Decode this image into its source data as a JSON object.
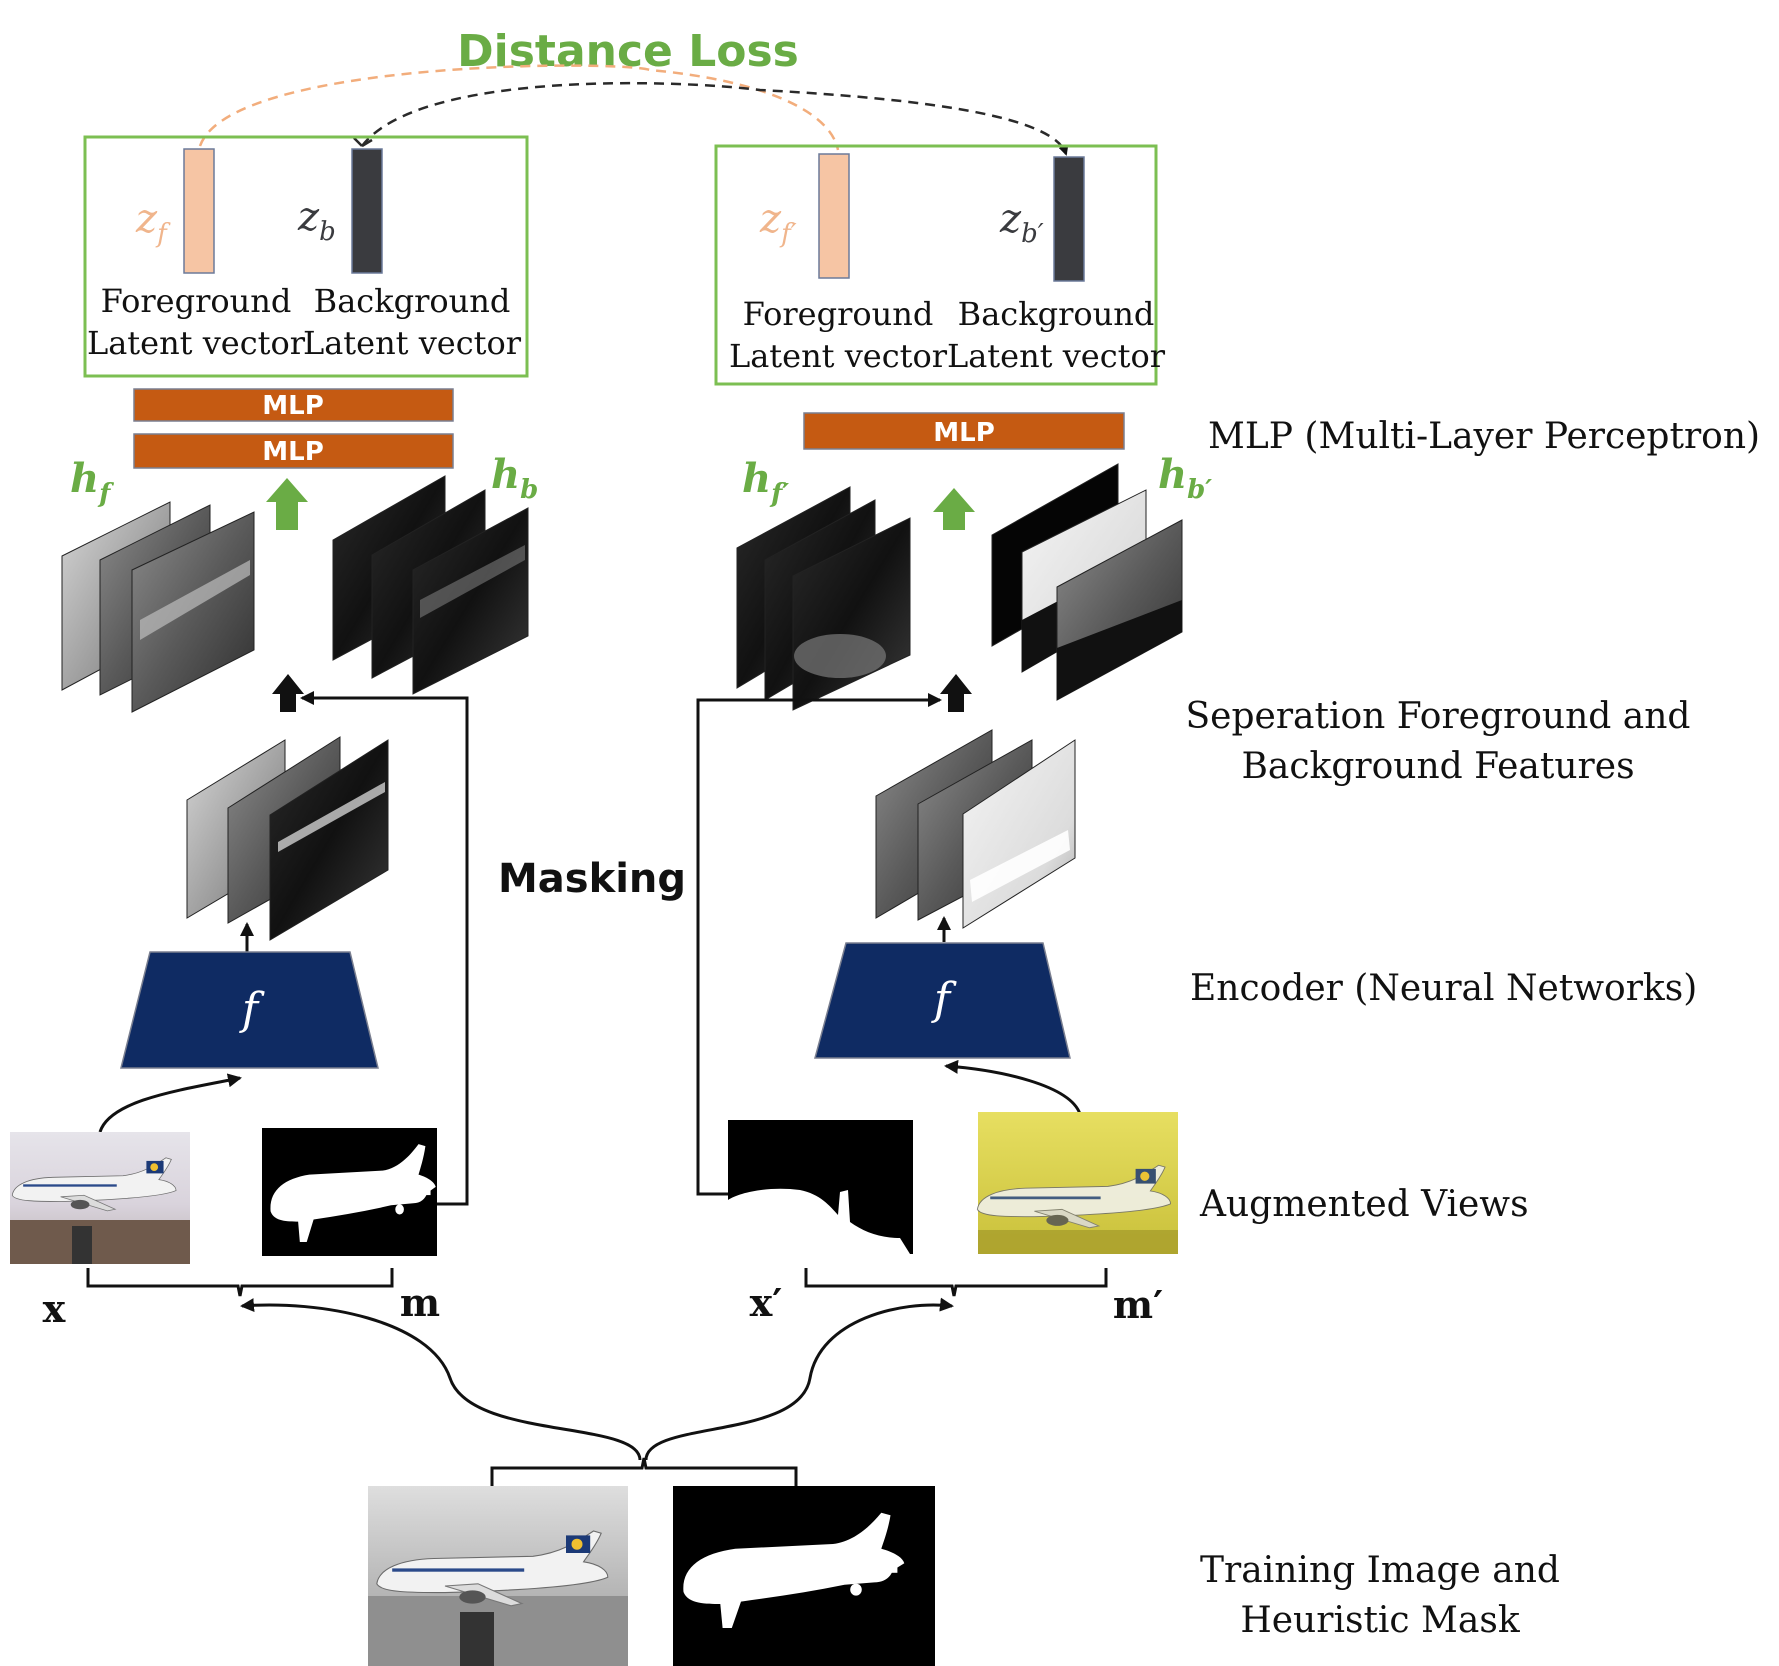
{
  "title": "Distance Loss",
  "colors": {
    "title_green": "#6aac45",
    "box_green": "#7cbf52",
    "foreground_vector": "#f6c5a4",
    "foreground_text": "#f0b58c",
    "background_vector": "#3a3b3f",
    "mlp_fill": "#c55a12",
    "encoder_fill": "#0f2b63",
    "arrow_green": "#6aac45",
    "mask_aug_yellow": "#d9d14a"
  },
  "left_branch": {
    "z_fg": "z",
    "z_fg_sub": "f",
    "z_bg": "z",
    "z_bg_sub": "b",
    "fg_label_1": "Foreground",
    "fg_label_2": "Latent vector",
    "bg_label_1": "Background",
    "bg_label_2": "Latent vector",
    "mlp_top": "MLP",
    "mlp_bottom": "MLP",
    "h_fg": "h",
    "h_fg_sub": "f",
    "h_bg": "h",
    "h_bg_sub": "b",
    "encoder": "f",
    "image_label": "x",
    "mask_label": "m"
  },
  "right_branch": {
    "z_fg": "z",
    "z_fg_sub": "f′",
    "z_bg": "z",
    "z_bg_sub": "b′",
    "fg_label_1": "Foreground",
    "fg_label_2": "Latent vector",
    "bg_label_1": "Background",
    "bg_label_2": "Latent vector",
    "mlp": "MLP",
    "h_fg": "h",
    "h_fg_sub": "f′",
    "h_bg": "h",
    "h_bg_sub": "b′",
    "encoder": "f",
    "mask_label": "x′",
    "image_label": "m′"
  },
  "center": {
    "masking": "Masking"
  },
  "stage_labels": {
    "mlp": "MLP (Multi-Layer Perceptron)",
    "separation_1": "Seperation Foreground and",
    "separation_2": "Background Features",
    "encoder": "Encoder (Neural Networks)",
    "augmented": "Augmented Views",
    "training_1": "Training Image and",
    "training_2": "Heuristic Mask"
  }
}
